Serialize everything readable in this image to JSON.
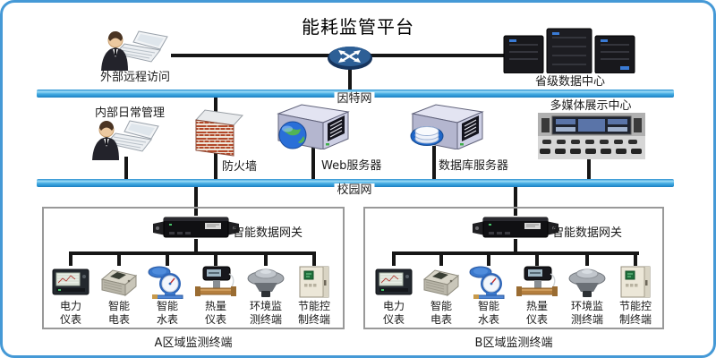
{
  "title": "能耗监管平台",
  "networks": {
    "internet": {
      "label": "因特网"
    },
    "campus": {
      "label": "校园网"
    }
  },
  "nodes": {
    "external_access": {
      "label": "外部远程访问"
    },
    "provincial_datacenter": {
      "label": "省级数据中心"
    },
    "internal_management": {
      "label": "内部日常管理"
    },
    "firewall": {
      "label": "防火墙"
    },
    "web_server": {
      "label": "Web服务器"
    },
    "database_server": {
      "label": "数据库服务器"
    },
    "multimedia_center": {
      "label": "多媒体展示中心"
    }
  },
  "zones": [
    {
      "label": "A区域监测终端",
      "gateway_label": "智能数据网关",
      "devices": [
        {
          "name": "power-meter",
          "l1": "电力",
          "l2": "仪表"
        },
        {
          "name": "smart-electric-meter",
          "l1": "智能",
          "l2": "电表"
        },
        {
          "name": "smart-water-meter",
          "l1": "智能",
          "l2": "水表"
        },
        {
          "name": "heat-meter",
          "l1": "热量",
          "l2": "仪表"
        },
        {
          "name": "environment-monitor-terminal",
          "l1": "环境监",
          "l2": "测终端"
        },
        {
          "name": "energy-saving-control-terminal",
          "l1": "节能控",
          "l2": "制终端"
        }
      ]
    },
    {
      "label": "B区域监测终端",
      "gateway_label": "智能数据网关",
      "devices": [
        {
          "name": "power-meter",
          "l1": "电力",
          "l2": "仪表"
        },
        {
          "name": "smart-electric-meter",
          "l1": "智能",
          "l2": "电表"
        },
        {
          "name": "smart-water-meter",
          "l1": "智能",
          "l2": "水表"
        },
        {
          "name": "heat-meter",
          "l1": "热量",
          "l2": "仪表"
        },
        {
          "name": "environment-monitor-terminal",
          "l1": "环境监",
          "l2": "测终端"
        },
        {
          "name": "energy-saving-control-terminal",
          "l1": "节能控",
          "l2": "制终端"
        }
      ]
    }
  ],
  "icons": [
    "user-laptop-icon",
    "router-icon",
    "server-rack-icon",
    "firewall-icon",
    "web-server-icon",
    "database-server-icon",
    "control-room-icon",
    "gateway-icon",
    "power-meter-icon",
    "electric-meter-icon",
    "water-meter-icon",
    "heat-meter-icon",
    "environment-terminal-icon",
    "control-cabinet-icon"
  ],
  "colors": {
    "frame_border": "#4599d6",
    "network_bus": "#2f9bdc",
    "connector": "#161616",
    "zone_border": "#999999",
    "text": "#1a1a1a"
  }
}
